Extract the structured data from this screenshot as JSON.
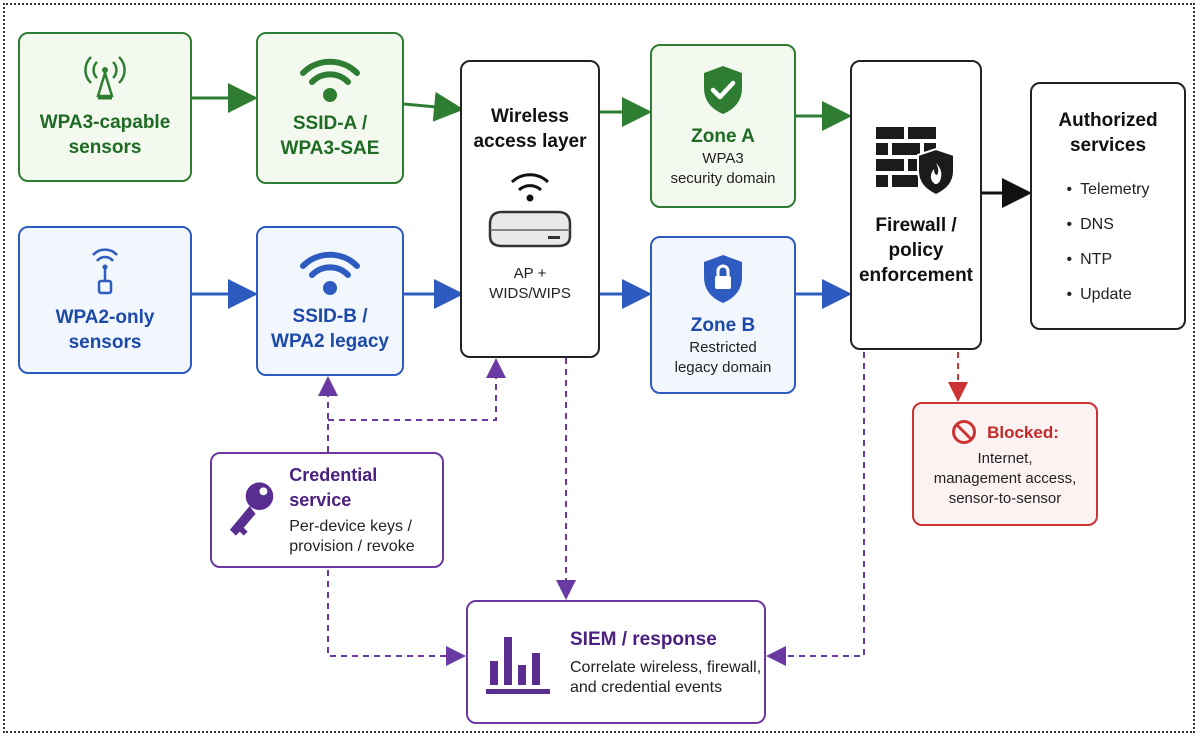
{
  "sensors_wpa3": {
    "line1": "WPA3-capable",
    "line2": "sensors"
  },
  "sensors_wpa2": {
    "line1": "WPA2-only",
    "line2": "sensors"
  },
  "ssid_a": {
    "line1": "SSID-A /",
    "line2": "WPA3-SAE"
  },
  "ssid_b": {
    "line1": "SSID-B /",
    "line2": "WPA2 legacy"
  },
  "access_layer": {
    "line1": "Wireless",
    "line2": "access layer",
    "sub1": "AP +",
    "sub2": "WIDS/WIPS"
  },
  "zone_a": {
    "title": "Zone A",
    "sub1": "WPA3",
    "sub2": "security domain"
  },
  "zone_b": {
    "title": "Zone B",
    "sub1": "Restricted",
    "sub2": "legacy domain"
  },
  "firewall": {
    "line1": "Firewall /",
    "line2": "policy",
    "line3": "enforcement"
  },
  "services": {
    "line1": "Authorized",
    "line2": "services",
    "items": [
      "Telemetry",
      "DNS",
      "NTP",
      "Update"
    ]
  },
  "blocked": {
    "title": "Blocked:",
    "sub1": "Internet,",
    "sub2": "management access,",
    "sub3": "sensor-to-sensor"
  },
  "credential": {
    "title": "Credential service",
    "sub1": "Per-device keys /",
    "sub2": "provision / revoke"
  },
  "siem": {
    "title": "SIEM / response",
    "sub1": "Correlate wireless, firewall,",
    "sub2": "and credential events"
  },
  "colors": {
    "green": "#2e7d32",
    "blue": "#2d5bbf",
    "purple": "#6a3aa2",
    "red": "#cc3333",
    "dark": "#111111"
  }
}
